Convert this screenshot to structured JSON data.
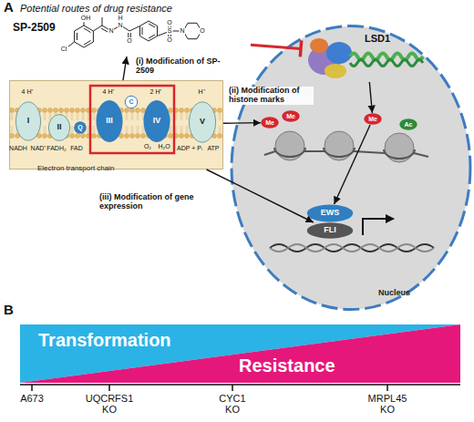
{
  "diagram": {
    "title": "Potential routes of drug resistance",
    "nodes": [
      {
        "text": [
          "SP-2509"
        ]
      },
      {
        "text": [
          "Nucleus"
        ]
      },
      {
        "text": [
          "LSD1"
        ],
        "in": 1
      },
      {
        "text": [
          "Me"
        ],
        "in": 1
      },
      {
        "text": [
          "Me"
        ],
        "in": 1
      },
      {
        "text": [
          "Me"
        ],
        "in": 1
      },
      {
        "text": [
          "Ac"
        ],
        "in": 1
      },
      {
        "text": [
          "EWS"
        ],
        "in": 1
      },
      {
        "text": [
          "FLI"
        ],
        "in": 1
      },
      {
        "text": [
          "Electron transport chain"
        ]
      },
      {
        "text": [
          "I"
        ],
        "in": 9
      },
      {
        "text": [
          "II"
        ],
        "in": 9
      },
      {
        "text": [
          "Q"
        ],
        "in": 9
      },
      {
        "text": [
          "III"
        ],
        "in": 9
      },
      {
        "text": [
          "C"
        ],
        "in": 9
      },
      {
        "text": [
          "IV"
        ],
        "in": 9
      },
      {
        "text": [
          "V"
        ],
        "in": 9
      },
      {
        "text": [
          "Transformation"
        ]
      },
      {
        "text": [
          "Resistance"
        ]
      }
    ],
    "edges": [
      {
        "from": 9,
        "to": 0,
        "arrow": "to",
        "label": "(i) Modification of SP-2509"
      },
      {
        "from": 9,
        "to": 3,
        "arrow": "to",
        "label": "(ii) Modification of histone marks"
      },
      {
        "from": 9,
        "to": 8,
        "arrow": "to",
        "label": "(iii) Modification of gene expression"
      },
      {
        "from": 0,
        "to": 2,
        "arrow": "none"
      },
      {
        "from": 2,
        "to": 5,
        "arrow": "to"
      },
      {
        "from": 5,
        "to": 7,
        "arrow": "to"
      }
    ],
    "labels": [
      "A",
      "OH",
      "Cl",
      "N",
      "N",
      "H",
      "O",
      "O",
      "S",
      "O",
      "N",
      "O",
      "4 H⁺",
      "NADH",
      "NAD⁺",
      "FADH₂",
      "FAD",
      "4 H⁺",
      "2 H⁺",
      "O₂",
      "H₂O",
      "H⁺",
      "ADP + Pᵢ",
      "ATP",
      "B",
      "A673",
      "UQCRFS1 KO",
      "CYC1 KO",
      "MRPL45 KO"
    ]
  }
}
